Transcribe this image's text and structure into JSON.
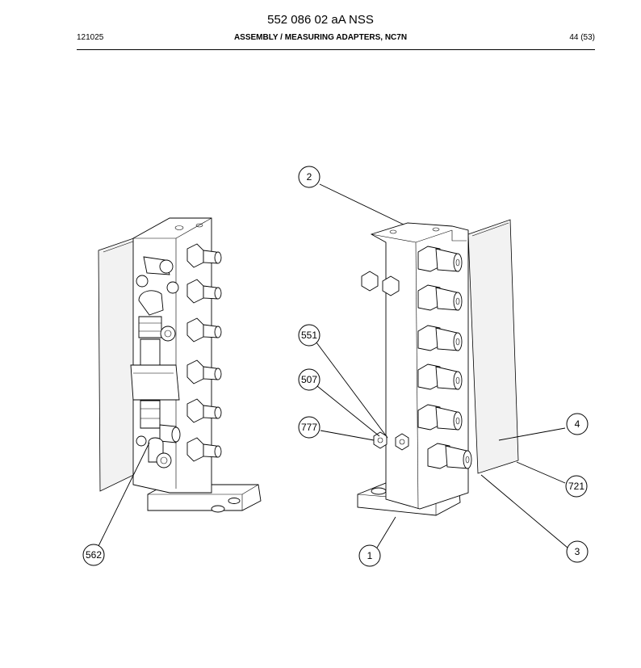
{
  "document": {
    "number": "552 086 02 aA NSS",
    "date": "121025",
    "title": "ASSEMBLY / MEASURING ADAPTERS, NC7N",
    "page": "44 (53)"
  },
  "callouts": [
    {
      "label": "2"
    },
    {
      "label": "551"
    },
    {
      "label": "507"
    },
    {
      "label": "777"
    },
    {
      "label": "4"
    },
    {
      "label": "721"
    },
    {
      "label": "3"
    },
    {
      "label": "1"
    },
    {
      "label": "562"
    }
  ]
}
